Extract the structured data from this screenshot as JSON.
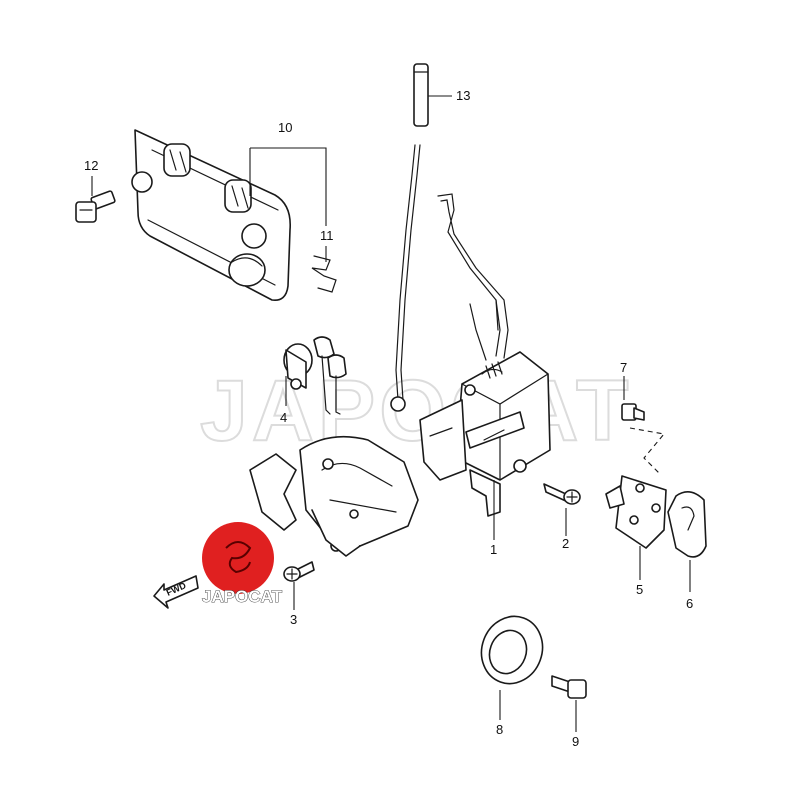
{
  "callouts": {
    "p1": "1",
    "p2": "2",
    "p3": "3",
    "p4": "4",
    "p5": "5",
    "p6": "6",
    "p7": "7",
    "p8": "8",
    "p9": "9",
    "p10": "10",
    "p11": "11",
    "p12": "12",
    "p13": "13"
  },
  "direction_label": "FWD",
  "watermark": "JAPOCAT",
  "logo": {
    "text": "JAPOCAT",
    "color": "#e02020"
  },
  "colors": {
    "line": "#1a1a1a",
    "watermark": "#dcdcdc",
    "logo_red": "#e02020"
  }
}
